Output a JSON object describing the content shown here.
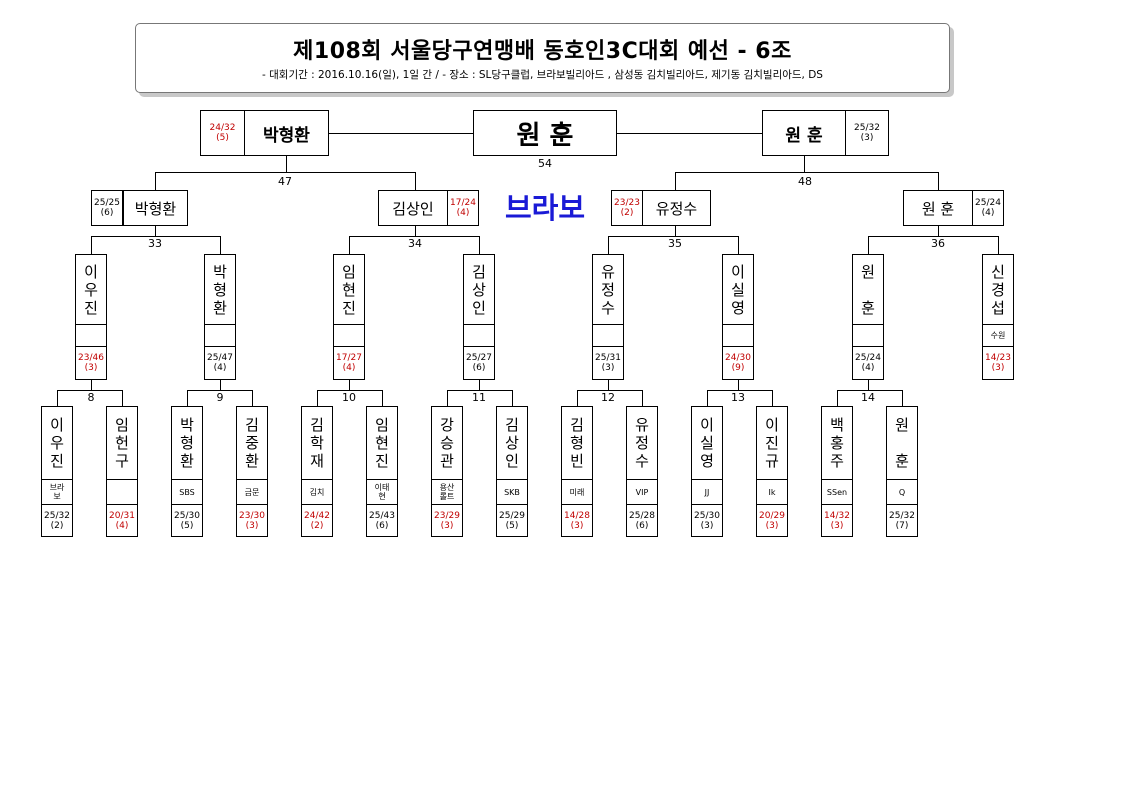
{
  "header": {
    "title": "제108회 서울당구연맹배 동호인3C대회 예선 - 6조",
    "subtitle": "- 대회기간 : 2016.10.16(일), 1일 간 / - 장소 : SL당구클럽, 브라보빌리아드 , 삼성동 김치빌리아드, 제기동 김치빌리아드, DS"
  },
  "bravo": "브라보",
  "champion": {
    "name": "원 훈",
    "match": "54"
  },
  "semi_left": {
    "name": "박형환",
    "score": "24/32",
    "inn": "(5)",
    "match": "47"
  },
  "semi_right": {
    "name": "원 훈",
    "score": "25/32",
    "inn": "(3)",
    "match": "48"
  },
  "quarter": [
    {
      "name": "박형환",
      "score": "25/25",
      "inn": "(6)",
      "red": false,
      "match": "33"
    },
    {
      "name": "김상인",
      "score": "17/24",
      "inn": "(4)",
      "red": true,
      "match": "34"
    },
    {
      "name": "유정수",
      "score": "23/23",
      "inn": "(2)",
      "red": true,
      "match": "35"
    },
    {
      "name": "원 훈",
      "score": "25/24",
      "inn": "(4)",
      "red": false,
      "match": "36"
    }
  ],
  "round2": [
    {
      "c1": "이",
      "c2": "우",
      "c3": "진",
      "club": "",
      "score": "23/46",
      "inn": "(3)",
      "red": true
    },
    {
      "c1": "박",
      "c2": "형",
      "c3": "환",
      "club": "",
      "score": "25/47",
      "inn": "(4)",
      "red": false
    },
    {
      "c1": "임",
      "c2": "현",
      "c3": "진",
      "club": "",
      "score": "17/27",
      "inn": "(4)",
      "red": true
    },
    {
      "c1": "김",
      "c2": "상",
      "c3": "인",
      "club": "",
      "score": "25/27",
      "inn": "(6)",
      "red": false
    },
    {
      "c1": "유",
      "c2": "정",
      "c3": "수",
      "club": "",
      "score": "25/31",
      "inn": "(3)",
      "red": false
    },
    {
      "c1": "이",
      "c2": "실",
      "c3": "영",
      "club": "",
      "score": "24/30",
      "inn": "(9)",
      "red": true
    },
    {
      "c1": "원",
      "c2": "",
      "c3": "훈",
      "club": "",
      "score": "25/24",
      "inn": "(4)",
      "red": false
    },
    {
      "c1": "신",
      "c2": "경",
      "c3": "섭",
      "club": "수원",
      "score": "14/23",
      "inn": "(3)",
      "red": true
    }
  ],
  "round1_matches": [
    "8",
    "9",
    "10",
    "11",
    "12",
    "13",
    "14"
  ],
  "round1": [
    {
      "c1": "이",
      "c2": "우",
      "c3": "진",
      "club1": "브라",
      "club2": "보",
      "score": "25/32",
      "inn": "(2)",
      "red": false
    },
    {
      "c1": "임",
      "c2": "헌",
      "c3": "구",
      "club1": "",
      "club2": "",
      "score": "20/31",
      "inn": "(4)",
      "red": true
    },
    {
      "c1": "박",
      "c2": "형",
      "c3": "환",
      "club1": "SBS",
      "club2": "",
      "score": "25/30",
      "inn": "(5)",
      "red": false
    },
    {
      "c1": "김",
      "c2": "중",
      "c3": "환",
      "club1": "금문",
      "club2": "",
      "score": "23/30",
      "inn": "(3)",
      "red": true
    },
    {
      "c1": "김",
      "c2": "학",
      "c3": "재",
      "club1": "김치",
      "club2": "",
      "score": "24/42",
      "inn": "(2)",
      "red": true
    },
    {
      "c1": "임",
      "c2": "현",
      "c3": "진",
      "club1": "이태",
      "club2": "현",
      "score": "25/43",
      "inn": "(6)",
      "red": false
    },
    {
      "c1": "강",
      "c2": "승",
      "c3": "관",
      "club1": "용산",
      "club2": "롤트",
      "score": "23/29",
      "inn": "(3)",
      "red": true
    },
    {
      "c1": "김",
      "c2": "상",
      "c3": "인",
      "club1": "SKB",
      "club2": "",
      "score": "25/29",
      "inn": "(5)",
      "red": false
    },
    {
      "c1": "김",
      "c2": "형",
      "c3": "빈",
      "club1": "미래",
      "club2": "",
      "score": "14/28",
      "inn": "(3)",
      "red": true
    },
    {
      "c1": "유",
      "c2": "정",
      "c3": "수",
      "club1": "VIP",
      "club2": "",
      "score": "25/28",
      "inn": "(6)",
      "red": false
    },
    {
      "c1": "이",
      "c2": "실",
      "c3": "영",
      "club1": "JJ",
      "club2": "",
      "score": "25/30",
      "inn": "(3)",
      "red": false
    },
    {
      "c1": "이",
      "c2": "진",
      "c3": "규",
      "club1": "Ik",
      "club2": "",
      "score": "20/29",
      "inn": "(3)",
      "red": true
    },
    {
      "c1": "백",
      "c2": "홍",
      "c3": "주",
      "club1": "SSen",
      "club2": "",
      "score": "14/32",
      "inn": "(3)",
      "red": true
    },
    {
      "c1": "원",
      "c2": "",
      "c3": "훈",
      "club1": "Q",
      "club2": "",
      "score": "25/32",
      "inn": "(7)",
      "red": false
    }
  ]
}
